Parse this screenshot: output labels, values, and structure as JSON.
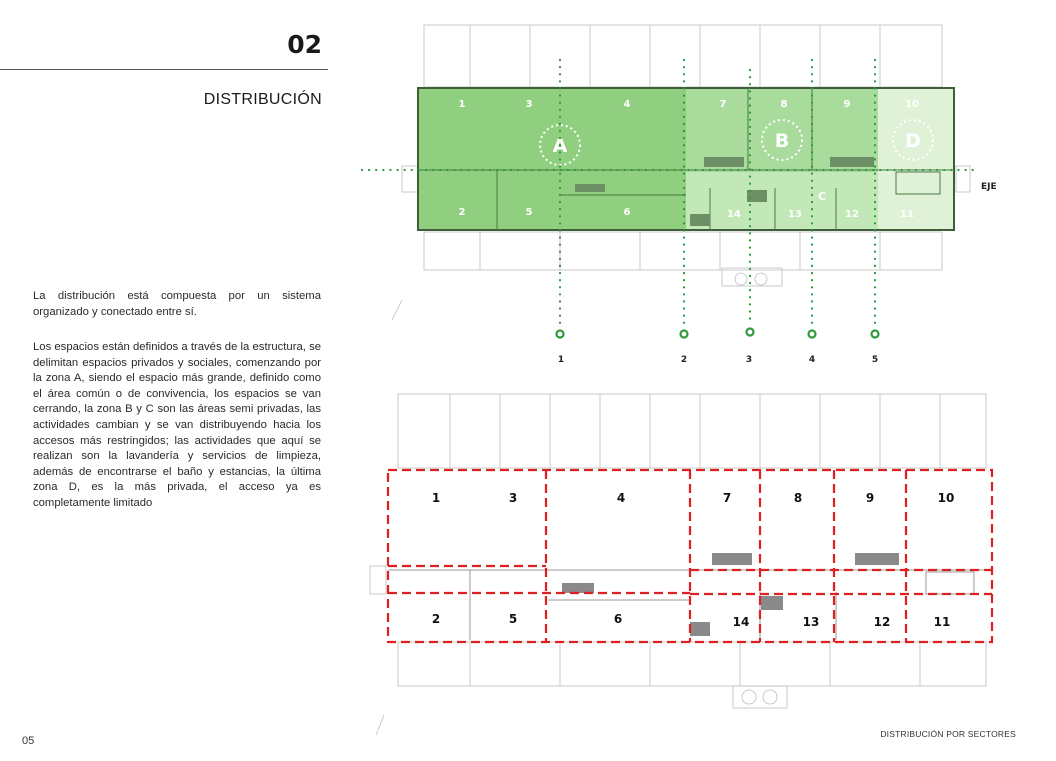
{
  "header": {
    "section_number": "02",
    "section_title": "DISTRIBUCIÓN"
  },
  "body": {
    "paragraph_1": "La distribución está compuesta por un sistema organizado y conectado entre sí.",
    "paragraph_2": "Los espacios están definidos a través de la estructura, se delimitan espacios privados y sociales, comenzando por la zona A, siendo el espacio más grande, definido como el área común o de convivencia, los espacios se van cerrando, la zona B y C son las áreas semi privadas, las actividades cambian y se van distribuyendo hacia los accesos más restringidos; las actividades que aquí se realizan son la lavandería y servicios de limpieza, además de encontrarse el baño y estancias, la última zona D, es la más privada, el acceso ya es completamente limitado"
  },
  "top_plan": {
    "axis_label": "EJE",
    "zones": [
      {
        "id": "A",
        "label": "A",
        "color": "#8fcf7f"
      },
      {
        "id": "B",
        "label": "B",
        "color": "#a9dc9c"
      },
      {
        "id": "C",
        "label": "C",
        "color": "#c3e8b8"
      },
      {
        "id": "D",
        "label": "D",
        "color": "#dff2d8"
      }
    ],
    "room_numbers_top": [
      "1",
      "3",
      "4",
      "7",
      "8",
      "9",
      "10"
    ],
    "room_numbers_bottom": [
      "2",
      "5",
      "6",
      "14",
      "13",
      "12",
      "11"
    ],
    "column_axes": [
      "1",
      "2",
      "3",
      "4",
      "5"
    ],
    "zone_stroke_color": "#ffffff",
    "axis_dot_color": "#2e9a3a"
  },
  "bottom_plan": {
    "sector_color": "#e02020",
    "room_numbers_top": [
      "1",
      "3",
      "4",
      "7",
      "8",
      "9",
      "10"
    ],
    "room_numbers_bottom": [
      "2",
      "5",
      "6",
      "14",
      "13",
      "12",
      "11"
    ]
  },
  "footer": {
    "page_number": "05",
    "label": "DISTRIBUCIÓN POR SECTORES"
  }
}
